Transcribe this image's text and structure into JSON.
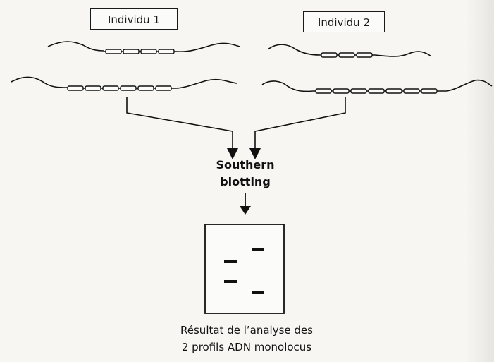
{
  "individuals": [
    {
      "label": "Individu 1"
    },
    {
      "label": "Individu 2"
    }
  ],
  "process": {
    "line1": "Southern",
    "line2": "blotting"
  },
  "caption": {
    "line1": "Résultat de l’analyse des",
    "line2": "2 profils ADN monolocus"
  }
}
